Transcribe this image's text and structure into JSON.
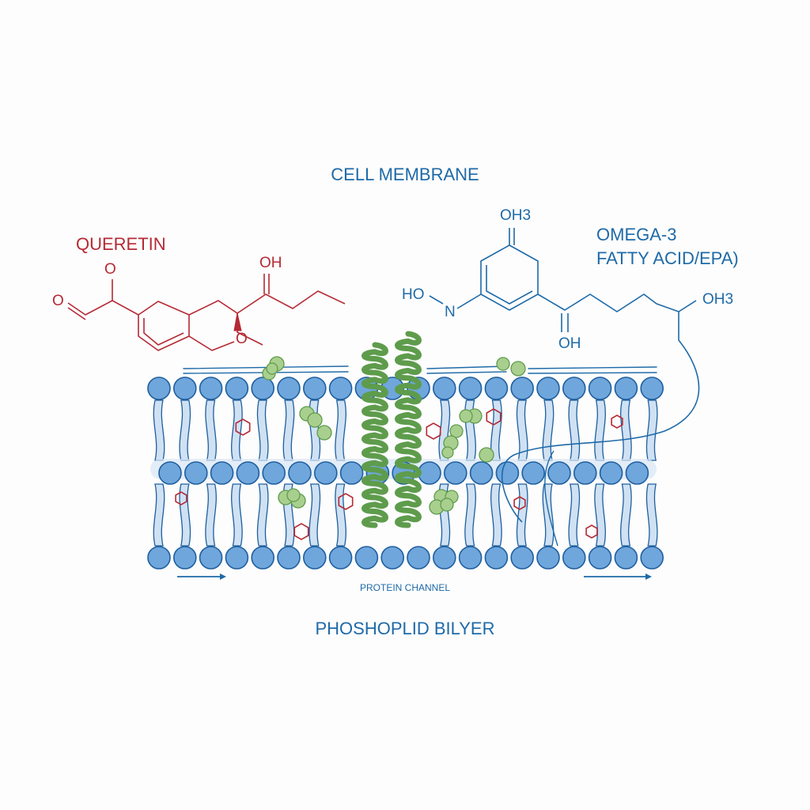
{
  "colors": {
    "membrane_blue": "#1e6aa8",
    "head_fill": "#6fa6dc",
    "head_stroke": "#1f5f9e",
    "tail_fill": "#cfe1f3",
    "quercetin_red": "#b52a34",
    "protein_green": "#5e9c4c",
    "bead_green": "#a9cf8e",
    "background": "#fdfdfd"
  },
  "labels": {
    "cell_membrane": "CELL MEMBRANE",
    "quercetin": "QUERETIN",
    "omega3_line1": "OMEGA-3",
    "omega3_line2": "FATTY ACID/EPA)",
    "protein_channel": "PROTEIN CHANNEL",
    "phospholipid_bilayer": "PHOSHOPLID BILYER"
  },
  "quercetin_atoms": {
    "o_top": "O",
    "o_left": "O",
    "oh_top": "OH",
    "o_ring": "O"
  },
  "omega3_atoms": {
    "oh3_top": "OH3",
    "ho_left": "HO",
    "n_left": "N",
    "oh_bottom": "OH",
    "oh3_right": "OH3"
  },
  "icons": {
    "protein": "alpha-helix-protein-icon",
    "antioxidant": "hexagon-molecule-icon",
    "cluster": "green-bead-cluster-icon",
    "flow": "arrow-right-icon"
  }
}
